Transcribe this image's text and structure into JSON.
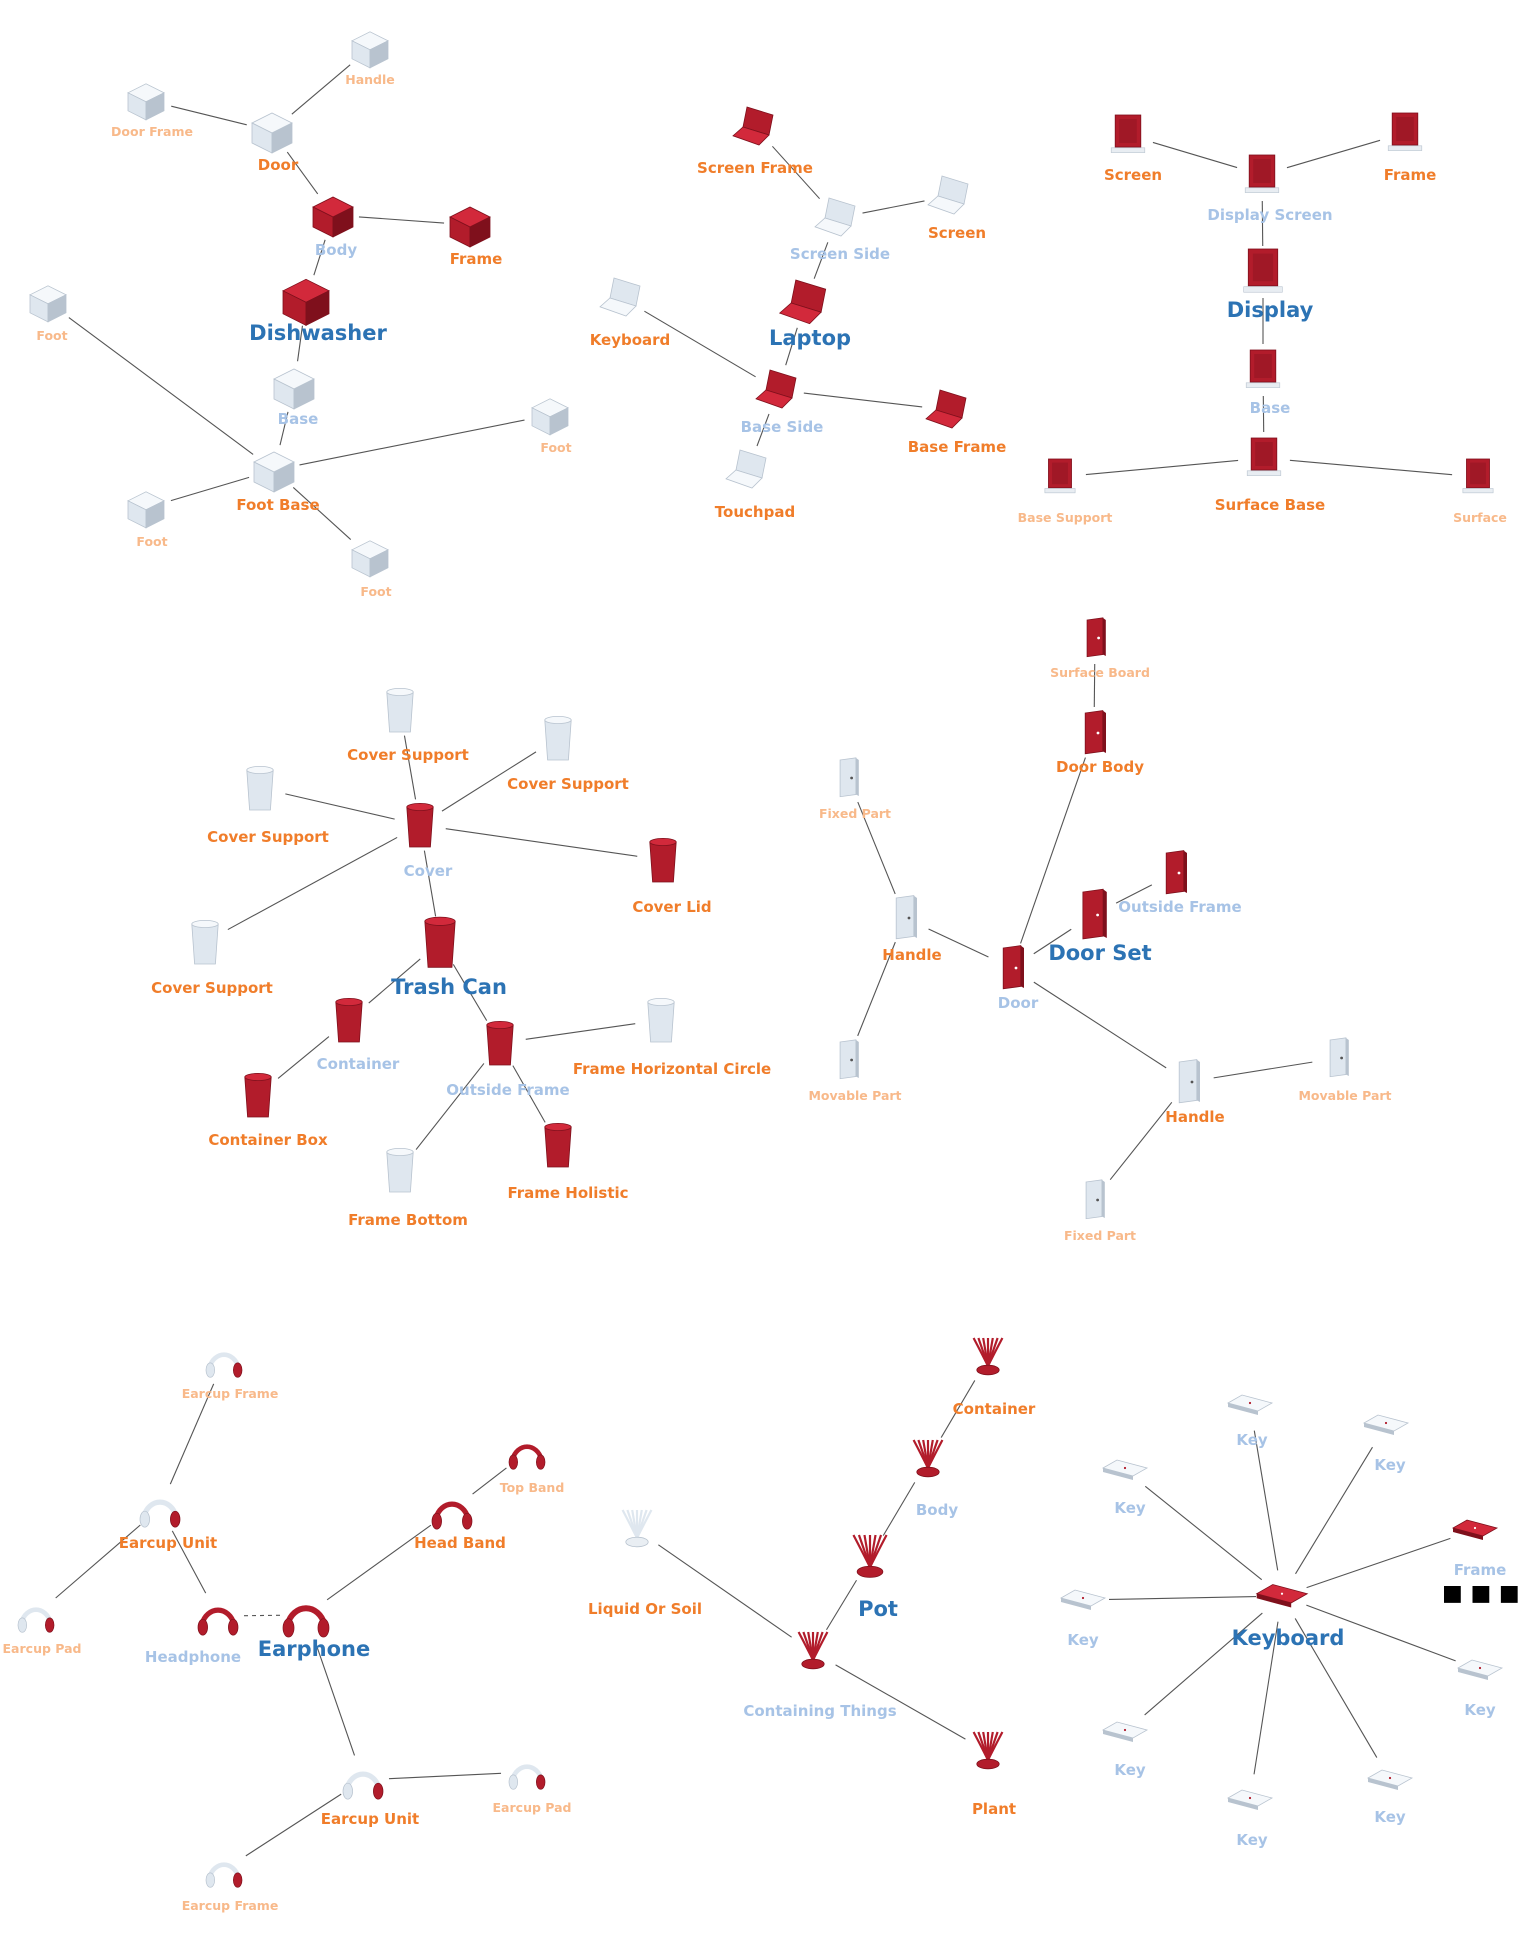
{
  "colors": {
    "root": "#2c73b4",
    "child_primary": "#f07d2a",
    "child_secondary": "#f8b98a",
    "sub_label": "#a7c3e6",
    "part_red": "#b21c2b",
    "part_white": "#dfe7ef",
    "edge": "#555555"
  },
  "icons": [
    "appliance-box-icon",
    "laptop-icon",
    "monitor-icon",
    "trash-can-icon",
    "door-panel-icon",
    "headphone-icon",
    "plant-pot-icon",
    "keyboard-key-icon"
  ],
  "more_indicator": "■ ■ ■",
  "graphs": [
    {
      "name": "dishwasher",
      "icon": "appliance-box-icon",
      "nodes": [
        {
          "id": "handle",
          "label": "Handle",
          "role": "leaf",
          "highlight": false
        },
        {
          "id": "door_frame",
          "label": "Door Frame",
          "role": "leaf",
          "highlight": false
        },
        {
          "id": "door",
          "label": "Door",
          "role": "child",
          "highlight": false
        },
        {
          "id": "body",
          "label": "Body",
          "role": "sub",
          "highlight": true
        },
        {
          "id": "frame",
          "label": "Frame",
          "role": "child",
          "highlight": true
        },
        {
          "id": "dishwasher",
          "label": "Dishwasher",
          "role": "root",
          "highlight": true
        },
        {
          "id": "foot_tl",
          "label": "Foot",
          "role": "leaf",
          "highlight": false
        },
        {
          "id": "base",
          "label": "Base",
          "role": "sub",
          "highlight": false
        },
        {
          "id": "foot_r",
          "label": "Foot",
          "role": "leaf",
          "highlight": false
        },
        {
          "id": "foot_base",
          "label": "Foot Base",
          "role": "child",
          "highlight": false
        },
        {
          "id": "foot_bl",
          "label": "Foot",
          "role": "leaf",
          "highlight": false
        },
        {
          "id": "foot_b",
          "label": "Foot",
          "role": "leaf",
          "highlight": false
        }
      ],
      "edges": [
        [
          "handle",
          "door"
        ],
        [
          "door_frame",
          "door"
        ],
        [
          "door",
          "body"
        ],
        [
          "body",
          "frame"
        ],
        [
          "body",
          "dishwasher"
        ],
        [
          "dishwasher",
          "base"
        ],
        [
          "base",
          "foot_base"
        ],
        [
          "foot_tl",
          "foot_base"
        ],
        [
          "foot_r",
          "foot_base"
        ],
        [
          "foot_bl",
          "foot_base"
        ],
        [
          "foot_b",
          "foot_base"
        ]
      ]
    },
    {
      "name": "laptop",
      "icon": "laptop-icon",
      "nodes": [
        {
          "id": "screen_frame",
          "label": "Screen Frame",
          "role": "child",
          "highlight": true
        },
        {
          "id": "screen",
          "label": "Screen",
          "role": "child",
          "highlight": false
        },
        {
          "id": "screen_side",
          "label": "Screen Side",
          "role": "sub",
          "highlight": false
        },
        {
          "id": "laptop",
          "label": "Laptop",
          "role": "root",
          "highlight": true
        },
        {
          "id": "keyboard",
          "label": "Keyboard",
          "role": "child",
          "highlight": false
        },
        {
          "id": "base_side",
          "label": "Base Side",
          "role": "sub",
          "highlight": true
        },
        {
          "id": "base_frame",
          "label": "Base Frame",
          "role": "child",
          "highlight": true
        },
        {
          "id": "touchpad",
          "label": "Touchpad",
          "role": "child",
          "highlight": false
        }
      ],
      "edges": [
        [
          "screen_frame",
          "screen_side"
        ],
        [
          "screen",
          "screen_side"
        ],
        [
          "screen_side",
          "laptop"
        ],
        [
          "laptop",
          "base_side"
        ],
        [
          "keyboard",
          "base_side"
        ],
        [
          "base_side",
          "base_frame"
        ],
        [
          "base_side",
          "touchpad"
        ]
      ]
    },
    {
      "name": "display",
      "icon": "monitor-icon",
      "nodes": [
        {
          "id": "screen",
          "label": "Screen",
          "role": "child",
          "highlight": true
        },
        {
          "id": "frame",
          "label": "Frame",
          "role": "child",
          "highlight": true
        },
        {
          "id": "display_screen",
          "label": "Display Screen",
          "role": "sub",
          "highlight": true
        },
        {
          "id": "display",
          "label": "Display",
          "role": "root",
          "highlight": true
        },
        {
          "id": "base",
          "label": "Base",
          "role": "sub",
          "highlight": true
        },
        {
          "id": "base_support",
          "label": "Base Support",
          "role": "leaf",
          "highlight": true
        },
        {
          "id": "surface_base",
          "label": "Surface Base",
          "role": "child",
          "highlight": true
        },
        {
          "id": "surface",
          "label": "Surface",
          "role": "leaf",
          "highlight": true
        }
      ],
      "edges": [
        [
          "screen",
          "display_screen"
        ],
        [
          "frame",
          "display_screen"
        ],
        [
          "display_screen",
          "display"
        ],
        [
          "display",
          "base"
        ],
        [
          "base",
          "surface_base"
        ],
        [
          "base_support",
          "surface_base"
        ],
        [
          "surface_base",
          "surface"
        ]
      ]
    },
    {
      "name": "trash_can",
      "icon": "trash-can-icon",
      "nodes": [
        {
          "id": "cs_top",
          "label": "Cover Support",
          "role": "child",
          "highlight": false
        },
        {
          "id": "cs_right",
          "label": "Cover Support",
          "role": "child",
          "highlight": false
        },
        {
          "id": "cs_left",
          "label": "Cover Support",
          "role": "child",
          "highlight": false
        },
        {
          "id": "cover",
          "label": "Cover",
          "role": "sub",
          "highlight": true
        },
        {
          "id": "cover_lid",
          "label": "Cover Lid",
          "role": "child",
          "highlight": true
        },
        {
          "id": "cs_low",
          "label": "Cover Support",
          "role": "child",
          "highlight": false
        },
        {
          "id": "trash_can",
          "label": "Trash Can",
          "role": "root",
          "highlight": true
        },
        {
          "id": "container",
          "label": "Container",
          "role": "sub",
          "highlight": true
        },
        {
          "id": "container_box",
          "label": "Container Box",
          "role": "child",
          "highlight": true
        },
        {
          "id": "outside_frame",
          "label": "Outside Frame",
          "role": "sub",
          "highlight": true
        },
        {
          "id": "frame_hcircle",
          "label": "Frame Horizontal Circle",
          "role": "child",
          "highlight": false
        },
        {
          "id": "frame_bottom",
          "label": "Frame Bottom",
          "role": "child",
          "highlight": false
        },
        {
          "id": "frame_holistic",
          "label": "Frame Holistic",
          "role": "child",
          "highlight": true
        }
      ],
      "edges": [
        [
          "cs_top",
          "cover"
        ],
        [
          "cs_right",
          "cover"
        ],
        [
          "cs_left",
          "cover"
        ],
        [
          "cover",
          "cover_lid"
        ],
        [
          "cs_low",
          "cover"
        ],
        [
          "cover",
          "trash_can"
        ],
        [
          "trash_can",
          "container"
        ],
        [
          "container",
          "container_box"
        ],
        [
          "trash_can",
          "outside_frame"
        ],
        [
          "outside_frame",
          "frame_hcircle"
        ],
        [
          "outside_frame",
          "frame_bottom"
        ],
        [
          "outside_frame",
          "frame_holistic"
        ]
      ]
    },
    {
      "name": "door_set",
      "icon": "door-panel-icon",
      "nodes": [
        {
          "id": "surface_board",
          "label": "Surface Board",
          "role": "leaf",
          "highlight": true
        },
        {
          "id": "door_body",
          "label": "Door Body",
          "role": "child",
          "highlight": true
        },
        {
          "id": "fixed_part_top",
          "label": "Fixed Part",
          "role": "leaf",
          "highlight": false
        },
        {
          "id": "outside_frame",
          "label": "Outside Frame",
          "role": "sub",
          "highlight": true
        },
        {
          "id": "handle_left",
          "label": "Handle",
          "role": "child",
          "highlight": false
        },
        {
          "id": "door_set",
          "label": "Door Set",
          "role": "root",
          "highlight": true
        },
        {
          "id": "door",
          "label": "Door",
          "role": "sub",
          "highlight": true
        },
        {
          "id": "movable_left",
          "label": "Movable Part",
          "role": "leaf",
          "highlight": false
        },
        {
          "id": "handle_right",
          "label": "Handle",
          "role": "child",
          "highlight": false
        },
        {
          "id": "movable_right",
          "label": "Movable Part",
          "role": "leaf",
          "highlight": false
        },
        {
          "id": "fixed_part_bottom",
          "label": "Fixed Part",
          "role": "leaf",
          "highlight": false
        }
      ],
      "edges": [
        [
          "surface_board",
          "door_body"
        ],
        [
          "door_body",
          "door"
        ],
        [
          "fixed_part_top",
          "handle_left"
        ],
        [
          "handle_left",
          "door"
        ],
        [
          "movable_left",
          "handle_left"
        ],
        [
          "door",
          "door_set"
        ],
        [
          "door_set",
          "outside_frame"
        ],
        [
          "door",
          "handle_right"
        ],
        [
          "handle_right",
          "movable_right"
        ],
        [
          "handle_right",
          "fixed_part_bottom"
        ]
      ]
    },
    {
      "name": "earphone",
      "icon": "headphone-icon",
      "nodes": [
        {
          "id": "earcup_frame_top",
          "label": "Earcup Frame",
          "role": "leaf",
          "highlight": false
        },
        {
          "id": "top_band",
          "label": "Top Band",
          "role": "leaf",
          "highlight": true
        },
        {
          "id": "earcup_unit_top",
          "label": "Earcup Unit",
          "role": "child",
          "highlight": false
        },
        {
          "id": "head_band",
          "label": "Head Band",
          "role": "child",
          "highlight": true
        },
        {
          "id": "earcup_pad_left",
          "label": "Earcup Pad",
          "role": "leaf",
          "highlight": false
        },
        {
          "id": "headphone",
          "label": "Headphone",
          "role": "sub",
          "highlight": true
        },
        {
          "id": "earphone",
          "label": "Earphone",
          "role": "root",
          "highlight": true
        },
        {
          "id": "earcup_unit_bottom",
          "label": "Earcup Unit",
          "role": "child",
          "highlight": false
        },
        {
          "id": "earcup_pad_right",
          "label": "Earcup Pad",
          "role": "leaf",
          "highlight": false
        },
        {
          "id": "earcup_frame_bottom",
          "label": "Earcup Frame",
          "role": "leaf",
          "highlight": false
        }
      ],
      "edges": [
        [
          "earcup_frame_top",
          "earcup_unit_top"
        ],
        [
          "earcup_unit_top",
          "headphone"
        ],
        [
          "earcup_pad_left",
          "earcup_unit_top"
        ],
        [
          "top_band",
          "head_band"
        ],
        [
          "head_band",
          "earphone"
        ],
        [
          "headphone",
          "earphone",
          "dashed"
        ],
        [
          "earphone",
          "earcup_unit_bottom"
        ],
        [
          "earcup_unit_bottom",
          "earcup_pad_right"
        ],
        [
          "earcup_unit_bottom",
          "earcup_frame_bottom"
        ]
      ]
    },
    {
      "name": "pot",
      "icon": "plant-pot-icon",
      "nodes": [
        {
          "id": "container",
          "label": "Container",
          "role": "child",
          "highlight": true
        },
        {
          "id": "body",
          "label": "Body",
          "role": "sub",
          "highlight": true
        },
        {
          "id": "liquid_or_soil",
          "label": "Liquid Or Soil",
          "role": "child",
          "highlight": false
        },
        {
          "id": "pot",
          "label": "Pot",
          "role": "root",
          "highlight": true
        },
        {
          "id": "containing_things",
          "label": "Containing Things",
          "role": "sub",
          "highlight": true
        },
        {
          "id": "plant",
          "label": "Plant",
          "role": "child",
          "highlight": true
        }
      ],
      "edges": [
        [
          "container",
          "body"
        ],
        [
          "body",
          "pot"
        ],
        [
          "pot",
          "containing_things"
        ],
        [
          "liquid_or_soil",
          "containing_things"
        ],
        [
          "containing_things",
          "plant"
        ]
      ]
    },
    {
      "name": "keyboard",
      "icon": "keyboard-key-icon",
      "nodes": [
        {
          "id": "key_top",
          "label": "Key",
          "role": "sub",
          "highlight": false
        },
        {
          "id": "key_tr",
          "label": "Key",
          "role": "sub",
          "highlight": false
        },
        {
          "id": "key_tl",
          "label": "Key",
          "role": "sub",
          "highlight": false
        },
        {
          "id": "frame",
          "label": "Frame",
          "role": "sub",
          "highlight": true
        },
        {
          "id": "keyboard",
          "label": "Keyboard",
          "role": "root",
          "highlight": true
        },
        {
          "id": "key_l",
          "label": "Key",
          "role": "sub",
          "highlight": false
        },
        {
          "id": "key_r",
          "label": "Key",
          "role": "sub",
          "highlight": false
        },
        {
          "id": "key_bl",
          "label": "Key",
          "role": "sub",
          "highlight": false
        },
        {
          "id": "key_br",
          "label": "Key",
          "role": "sub",
          "highlight": false
        },
        {
          "id": "key_b",
          "label": "Key",
          "role": "sub",
          "highlight": false
        }
      ],
      "edges": [
        [
          "key_top",
          "keyboard"
        ],
        [
          "key_tr",
          "keyboard"
        ],
        [
          "key_tl",
          "keyboard"
        ],
        [
          "frame",
          "keyboard"
        ],
        [
          "key_l",
          "keyboard"
        ],
        [
          "key_r",
          "keyboard"
        ],
        [
          "key_bl",
          "keyboard"
        ],
        [
          "key_br",
          "keyboard"
        ],
        [
          "key_b",
          "keyboard"
        ]
      ]
    }
  ]
}
